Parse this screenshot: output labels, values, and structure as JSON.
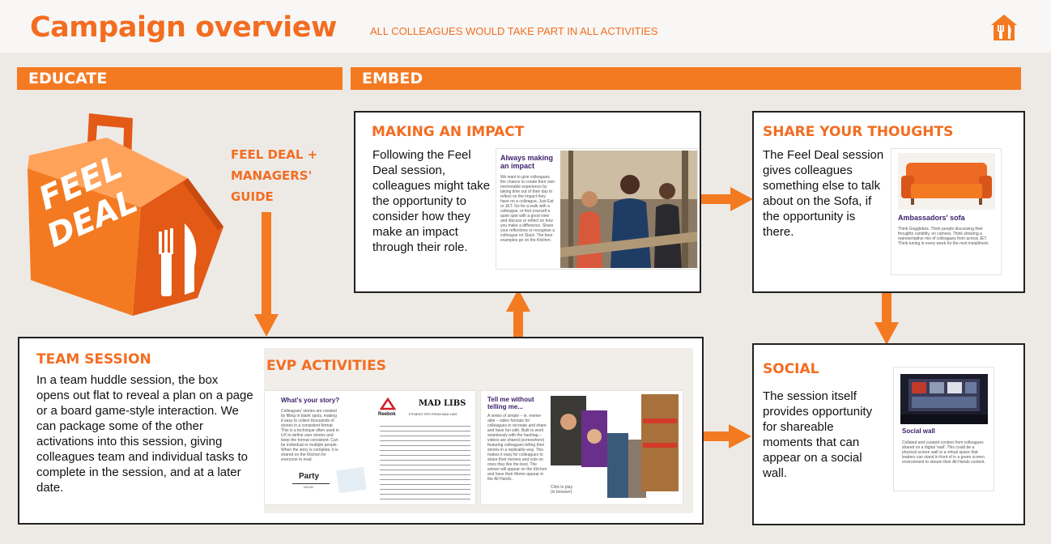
{
  "header": {
    "title": "Campaign overview",
    "subtitle": "ALL COLLEAGUES WOULD TAKE PART IN ALL ACTIVITIES",
    "logo_icon": "house-cutlery-icon"
  },
  "bands": {
    "educate": "EDUCATE",
    "embed": "EMBED"
  },
  "feel_deal_box": {
    "word1": "FEEL",
    "word2": "DEAL",
    "guide_label": "FEEL DEAL + MANAGERS' GUIDE"
  },
  "making_impact": {
    "heading": "MAKING AN IMPACT",
    "body": "Following the Feel Deal session, colleagues might take the opportunity to consider how they make an impact through their role.",
    "thumb_title": "Always making an impact",
    "thumb_body": "We want to give colleagues the chance to create their own memorable experience by taking time out of their day to reflect on the impact they have on a colleague, Just Eat or JET. Go for a walk with a colleague, or find yourself a quiet spot with a good view and discuss or reflect on how you make a difference. Share your reflections or recognise a colleague on Slack. The best examples go on the Kitchen."
  },
  "share_thoughts": {
    "heading": "SHARE YOUR THOUGHTS",
    "body": "The Feel Deal session gives colleagues something else to talk about on the Sofa, if the opportunity is there.",
    "thumb_title": "Ambassadors' sofa",
    "thumb_body": "Think Gogglebox. Think people discussing their thoughts candidly, on camera. Think showing a representative mix of colleagues from across JET. Think tuning in every week for the next installment."
  },
  "team_session": {
    "heading": "TEAM SESSION",
    "body": "In a team huddle session, the box opens out flat to reveal a plan on a page or a board game-style interaction. We can package some of the other activations into this session, giving colleagues team and individual tasks to complete in the session, and at a later date."
  },
  "evp": {
    "heading": "EVP ACTIVITIES",
    "story_title": "What's your story?",
    "story_body": "Colleagues' stories are created by filling in blank spots, making it easy to collect thousands of stories in a consistent format. This is a technique often used in UX to define user stories and keep the format consistent. Can be individual or multiple people. When the story is complete, it is shared on the Kitchen for everyone to read.",
    "party_word": "Party",
    "party_caption": "NOUN",
    "reebok": "Reebok",
    "madlibs": "MAD LIBS",
    "madlibs_sub": "FITNESS TIPS FROM MAD LIBS",
    "tell_title": "Tell me without telling me...",
    "tell_body": "A series of simple – ie. meme-able – video formats for colleagues to recreate and share and have fun with. Built to work seamlessly with the hashtag – videos are shared (somewhere) featuring colleagues telling their stories in a replicable way. This makes it easy for colleagues to share their memes and vote on ones they like the best. The winner will appear on the Kitchen and have their Meme appear in the All Hands.",
    "click_label": "Click to play (in browser)"
  },
  "social": {
    "heading": "SOCIAL",
    "body": "The session itself provides opportunity for shareable moments that can appear on a social wall.",
    "thumb_title": "Social wall",
    "thumb_body": "Collated and curated content from colleagues shared on a digital 'wall'. This could be a physical screen wall or a virtual space that leaders can stand in front of in a green screen environment to stream their All-Hands content."
  },
  "colors": {
    "accent": "#f36d21",
    "band": "#f47a22",
    "arrow": "#f47a22",
    "border": "#222222"
  }
}
